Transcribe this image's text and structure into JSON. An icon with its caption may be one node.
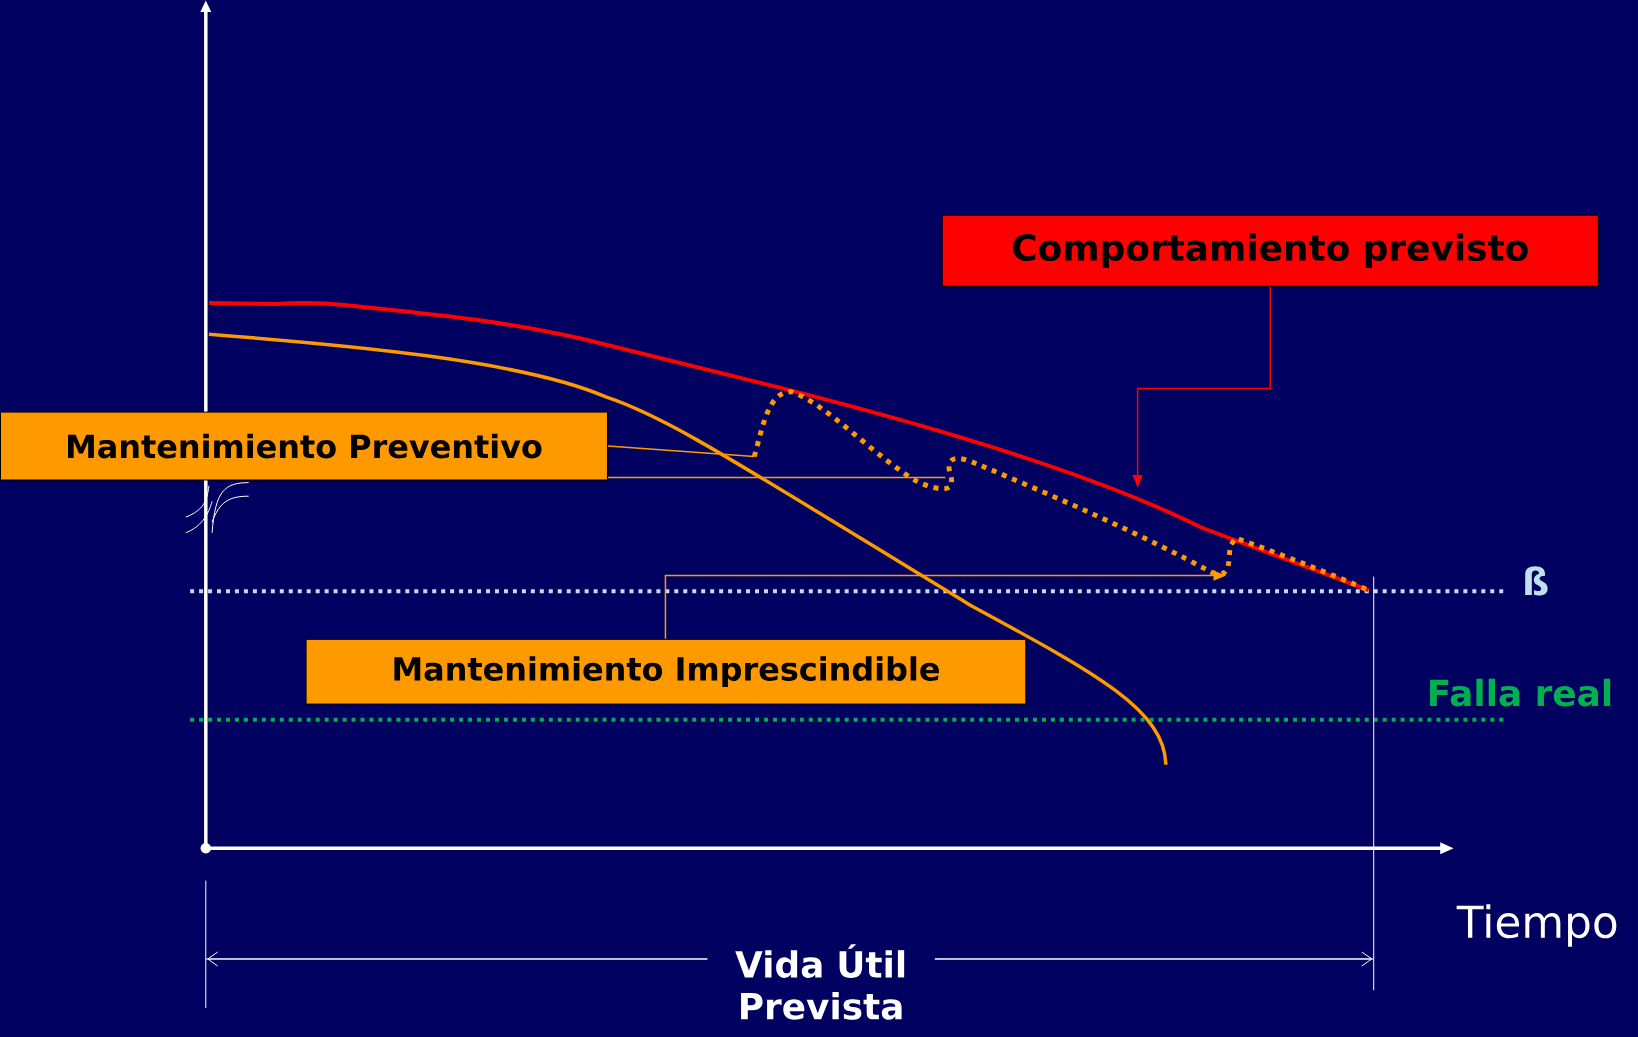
{
  "diagram": {
    "nodes": [
      {
        "text": [
          "Comportamiento previsto"
        ]
      },
      {
        "text": [
          "Mantenimiento Preventivo"
        ]
      },
      {
        "text": [
          "Mantenimiento Imprescindible"
        ]
      }
    ],
    "edges": [
      {
        "from": 0,
        "to": null,
        "arrow": "to",
        "color": "#ff0000"
      },
      {
        "from": 1,
        "to": null,
        "arrow": "none"
      },
      {
        "from": 1,
        "to": null,
        "arrow": "none"
      },
      {
        "from": 2,
        "to": null,
        "arrow": "to"
      }
    ],
    "labels": [
      "ß",
      "Falla real",
      "Tiempo",
      "Vida Útil Prevista"
    ]
  }
}
